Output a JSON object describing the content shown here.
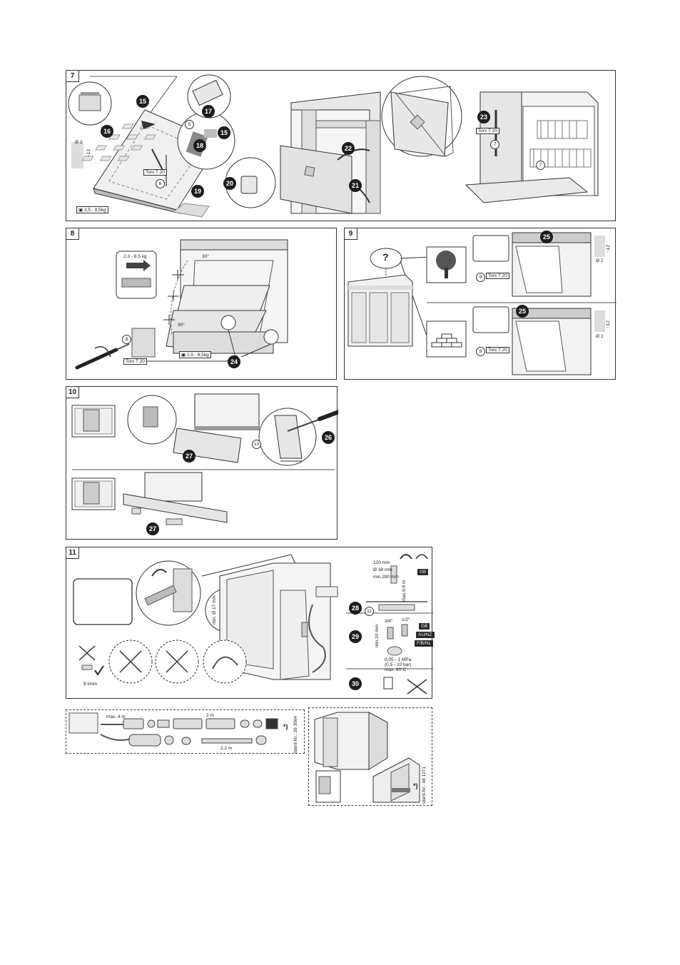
{
  "panels": {
    "p7": {
      "number": "7",
      "weight": "2,5 - 8,5kg",
      "torx": "Torx T 20",
      "torx_b": "Torx T 20",
      "dim_a": "Ø 2",
      "dim_b": "~12",
      "refs": {
        "s5": "5",
        "s6": "6",
        "s7a": "7",
        "s7b": "7"
      },
      "badges": {
        "b15a": "15",
        "b15b": "15",
        "b16": "16",
        "b17": "17",
        "b18": "18",
        "b19": "19",
        "b20": "20",
        "b21": "21",
        "b22": "22",
        "b23": "23"
      }
    },
    "p8": {
      "number": "8",
      "weight_range": "2,3 - 8,5 kg",
      "angle_top": "30°",
      "angle_bottom": "90°",
      "weight": "2,5 - 8,5kg",
      "torx": "Torx T 20",
      "ref_s8": "8",
      "badge_b24": "24"
    },
    "p9": {
      "number": "9",
      "question": "?",
      "torx_a": "Torx T 20",
      "torx_b": "Torx T 20",
      "ref_a": "9",
      "ref_b": "9",
      "dim_a1": "~12",
      "dim_a2": "Ø 2",
      "dim_b1": "~12",
      "dim_b2": "Ø 2",
      "badge_a": "25",
      "badge_b": "25"
    },
    "p10": {
      "number": "10",
      "ref_s10": "10",
      "badge_b26": "26",
      "badge_b27a": "27",
      "badge_b27b": "27"
    },
    "p11": {
      "number": "11",
      "dim_120": "120 mm",
      "dim_38": "Ø 38 mm",
      "dim_280": "min.280 mm",
      "dim_09": "max.0,9 m",
      "gb": "GB",
      "dim_17": "min. Ø 17 mm",
      "dim_10": "min.10 mm",
      "thread_34": "3/4\"",
      "thread_12": "1/2\"",
      "region_1": "GB",
      "region_2": "AU/NZ",
      "region_3": "F/B/NL",
      "pressure_1": "0,05 - 1 MPa",
      "pressure_2": "(0,5 - 10 bar)",
      "pressure_3": "max. 60°C",
      "flow": "9 l/min",
      "ref_s11": "11",
      "badge_b28": "28",
      "badge_b29": "29",
      "badge_b30": "30"
    },
    "acc1": {
      "max_len": "max. 4 m",
      "len_2m": "2 m",
      "len_22m": "2,2 m",
      "ident": "Ident-Nr.: 26 3564",
      "star": "*)"
    },
    "acc2": {
      "ident": "Ident-Nr.: 48 1271",
      "star": "*)"
    }
  }
}
